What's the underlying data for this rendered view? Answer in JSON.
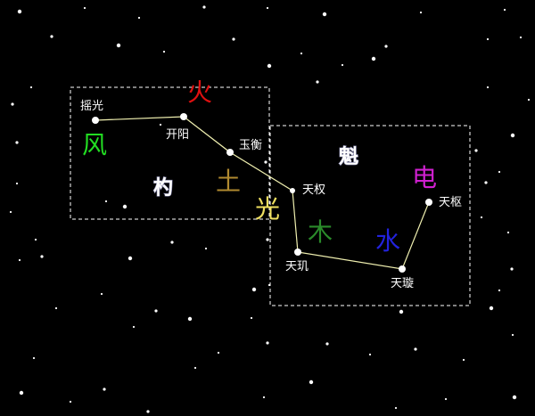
{
  "diagram": {
    "regions": {
      "handle_box_label": "杓",
      "bowl_box_label": "魁"
    },
    "stars": [
      {
        "id": "yaoguang",
        "name": "摇光"
      },
      {
        "id": "kaiyang",
        "name": "开阳"
      },
      {
        "id": "yuheng",
        "name": "玉衡"
      },
      {
        "id": "tianquan",
        "name": "天权"
      },
      {
        "id": "tianji",
        "name": "天玑"
      },
      {
        "id": "tianxuan",
        "name": "天璇"
      },
      {
        "id": "tianshu",
        "name": "天枢"
      }
    ],
    "element_labels": [
      {
        "id": "fire",
        "text": "火",
        "color": "#e01010"
      },
      {
        "id": "wind",
        "text": "风",
        "color": "#22dd22"
      },
      {
        "id": "earth",
        "text": "土",
        "color": "#b08a30"
      },
      {
        "id": "light",
        "text": "光",
        "color": "#f0e060"
      },
      {
        "id": "wood",
        "text": "木",
        "color": "#2a8a2a"
      },
      {
        "id": "water",
        "text": "水",
        "color": "#2222dd"
      },
      {
        "id": "electric",
        "text": "电",
        "color": "#d020d0"
      }
    ],
    "colors": {
      "background": "#000000",
      "line": "#f0f0b0",
      "box_border": "#ffffff"
    }
  }
}
